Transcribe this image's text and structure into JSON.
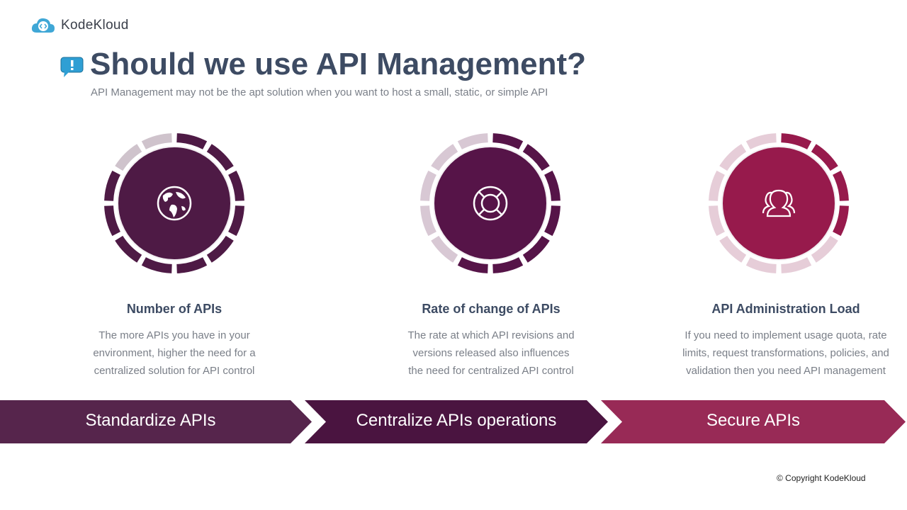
{
  "brand": {
    "name": "KodeKloud",
    "logo_icon": "cloud-code-icon"
  },
  "header": {
    "title": "Should we use API Management?",
    "title_icon": "exclamation-speech-bubble-icon",
    "subtitle": "API Management may not be the apt solution when you want to host a small, static, or simple API"
  },
  "factors": [
    {
      "title": "Number of APIs",
      "text_lines": [
        "The more APIs you have in your",
        "environment, higher the need for a",
        "centralized solution for API control"
      ],
      "icon": "globe-icon",
      "level_segments": 10,
      "total_segments": 12,
      "color": "#4e1a45",
      "light": "#cfc3cc"
    },
    {
      "title": "Rate of change of APIs",
      "text_lines": [
        "The rate at which API revisions and",
        "versions released also influences",
        "the need for centralized API control"
      ],
      "icon": "lifebuoy-icon",
      "level_segments": 7,
      "total_segments": 12,
      "color": "#561448",
      "light": "#d8c8d4"
    },
    {
      "title": "API Administration Load",
      "text_lines": [
        "If you need to implement usage quota, rate",
        "limits, request transformations, policies, and",
        "validation then you need API management"
      ],
      "icon": "users-icon",
      "level_segments": 4,
      "total_segments": 12,
      "color": "#971a4c",
      "light": "#e6cdd8"
    }
  ],
  "banner": [
    {
      "label": "Standardize APIs",
      "color": "#56254c"
    },
    {
      "label": "Centralize APIs operations",
      "color": "#4a1440"
    },
    {
      "label": "Secure APIs",
      "color": "#982a56"
    }
  ],
  "footer": {
    "copyright": "© Copyright KodeKloud"
  }
}
